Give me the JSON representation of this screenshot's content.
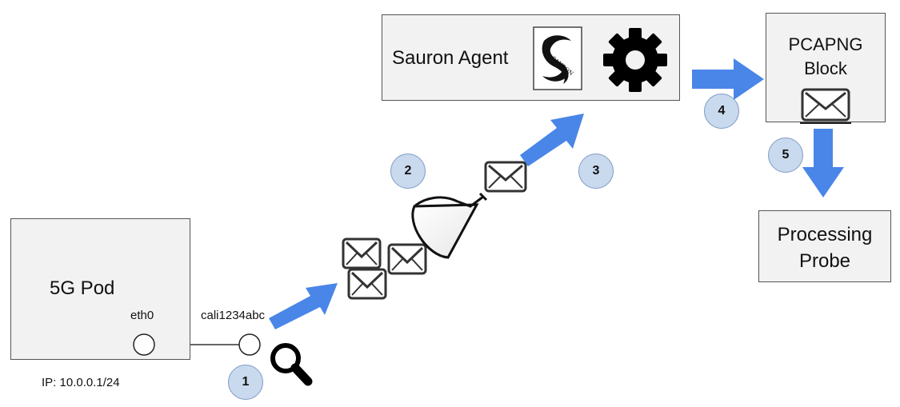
{
  "pod": {
    "title": "5G Pod",
    "iface": "eth0",
    "ip": "IP: 10.0.0.1/24"
  },
  "veth": {
    "name": "cali1234abc"
  },
  "agent": {
    "title": "Sauron Agent",
    "logo_text": "SAURON"
  },
  "pcapng": {
    "title_line1": "PCAPNG",
    "title_line2": "Block"
  },
  "probe": {
    "title_line1": "Processing",
    "title_line2": "Probe"
  },
  "steps": [
    "1",
    "2",
    "3",
    "4",
    "5"
  ],
  "icons": {
    "capture": "magnifier-icon",
    "filter": "funnel-icon",
    "process": "gear-icon",
    "packet": "envelope-icon",
    "logo": "sauron-logo"
  },
  "colors": {
    "arrow": "#4a86e8",
    "step_fill": "#c9d9ee",
    "box_fill": "#f2f2f2"
  }
}
